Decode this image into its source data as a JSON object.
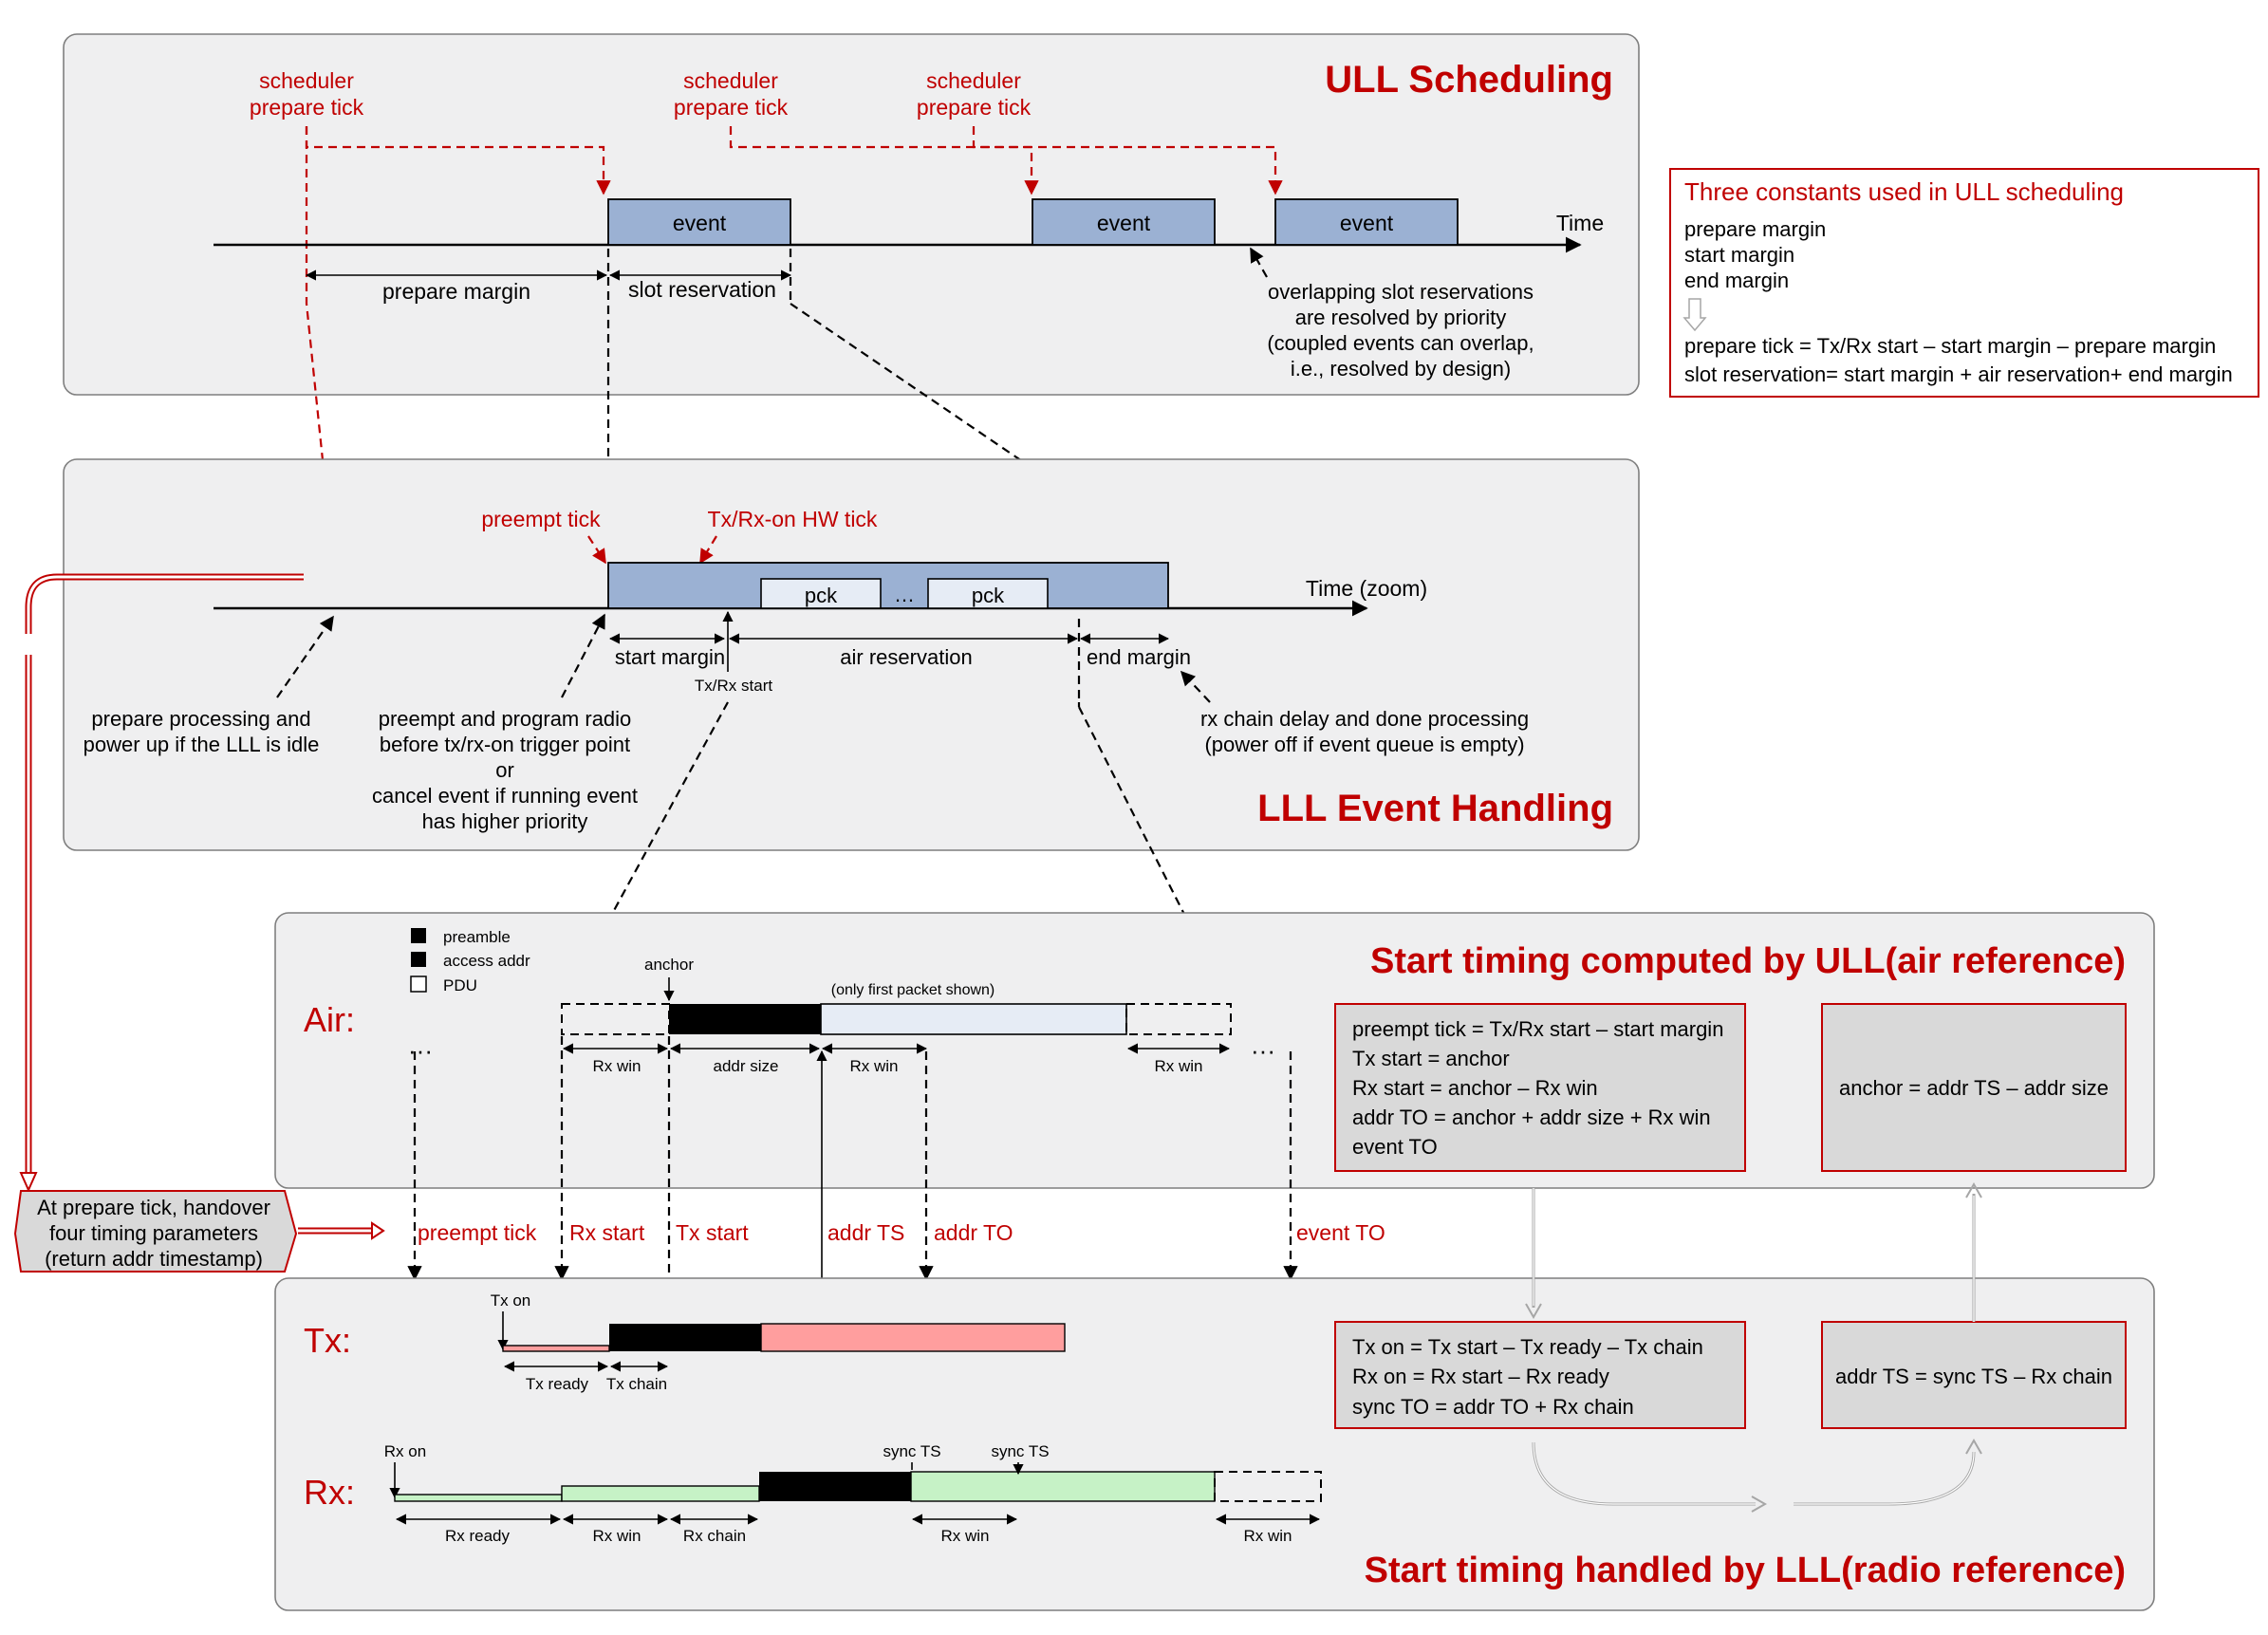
{
  "ull": {
    "title": "ULL Scheduling",
    "sched_tick": [
      "scheduler",
      "prepare tick"
    ],
    "event_label": "event",
    "time_label": "Time",
    "prepare_margin": "prepare margin",
    "slot_reservation": "slot reservation",
    "overlap_note": [
      "overlapping slot reservations",
      "are resolved by priority",
      "(coupled events can overlap,",
      "i.e., resolved by design)"
    ]
  },
  "constants_box": {
    "title": "Three constants used in ULL scheduling",
    "items": [
      "prepare margin",
      "start margin",
      "end margin"
    ],
    "formula1": "prepare tick = Tx/Rx start – start margin – prepare margin",
    "formula2": "slot reservation= start margin + air reservation+ end margin"
  },
  "lll": {
    "title": "LLL Event Handling",
    "preempt_tick": "preempt tick",
    "hw_tick": "Tx/Rx-on HW tick",
    "pck": "pck",
    "ellipsis": "…",
    "time_zoom": "Time (zoom)",
    "start_margin": "start margin",
    "air_reservation": "air reservation",
    "end_margin": "end margin",
    "txrx_start": "Tx/Rx start",
    "prepare_note": [
      "prepare processing and",
      "power up if the LLL is idle"
    ],
    "preempt_note": [
      "preempt and program radio",
      "before tx/rx-on trigger point",
      "or",
      "cancel event if running event",
      "has higher priority"
    ],
    "rx_chain_note": [
      "rx chain delay and done processing",
      "(power off if event queue is empty)"
    ]
  },
  "air": {
    "title": "Start timing computed by ULL(air reference)",
    "label": "Air:",
    "legend": [
      "preamble",
      "access addr",
      "PDU"
    ],
    "anchor": "anchor",
    "first_packet": "(only first packet shown)",
    "rx_win": "Rx win",
    "addr_size": "addr size",
    "dots": "···",
    "box1": [
      "preempt tick = Tx/Rx start – start margin",
      "Tx start = anchor",
      "Rx start = anchor – Rx win",
      "addr TO = anchor + addr size + Rx win",
      "event TO"
    ],
    "box2": "anchor = addr TS – addr size"
  },
  "handover": {
    "text": [
      "At prepare tick, handover",
      "four timing parameters",
      "(return addr timestamp)"
    ],
    "params": [
      "preempt tick",
      "Rx start",
      "Tx start",
      "addr TS",
      "addr TO",
      "event TO"
    ]
  },
  "radio": {
    "title": "Start timing handled by LLL(radio reference)",
    "tx_label": "Tx:",
    "rx_label": "Rx:",
    "tx_on": "Tx on",
    "tx_ready": "Tx ready",
    "tx_chain": "Tx chain",
    "rx_on": "Rx on",
    "rx_ready": "Rx ready",
    "rx_win": "Rx win",
    "rx_chain": "Rx chain",
    "sync_ts": "sync TS",
    "box3": [
      "Tx on = Tx start – Tx ready – Tx chain",
      "Rx on = Rx start – Rx ready",
      "sync TO = addr TO + Rx chain"
    ],
    "box4": "addr TS = sync TS – Rx chain"
  },
  "colors": {
    "accent_red": "#c00000",
    "event_blue": "#9bb1d3",
    "pdu_light": "#e6ecf5",
    "tx_pink": "#ff9e9e",
    "rx_green": "#c6f2c6",
    "panel_grey": "#efeff0"
  }
}
